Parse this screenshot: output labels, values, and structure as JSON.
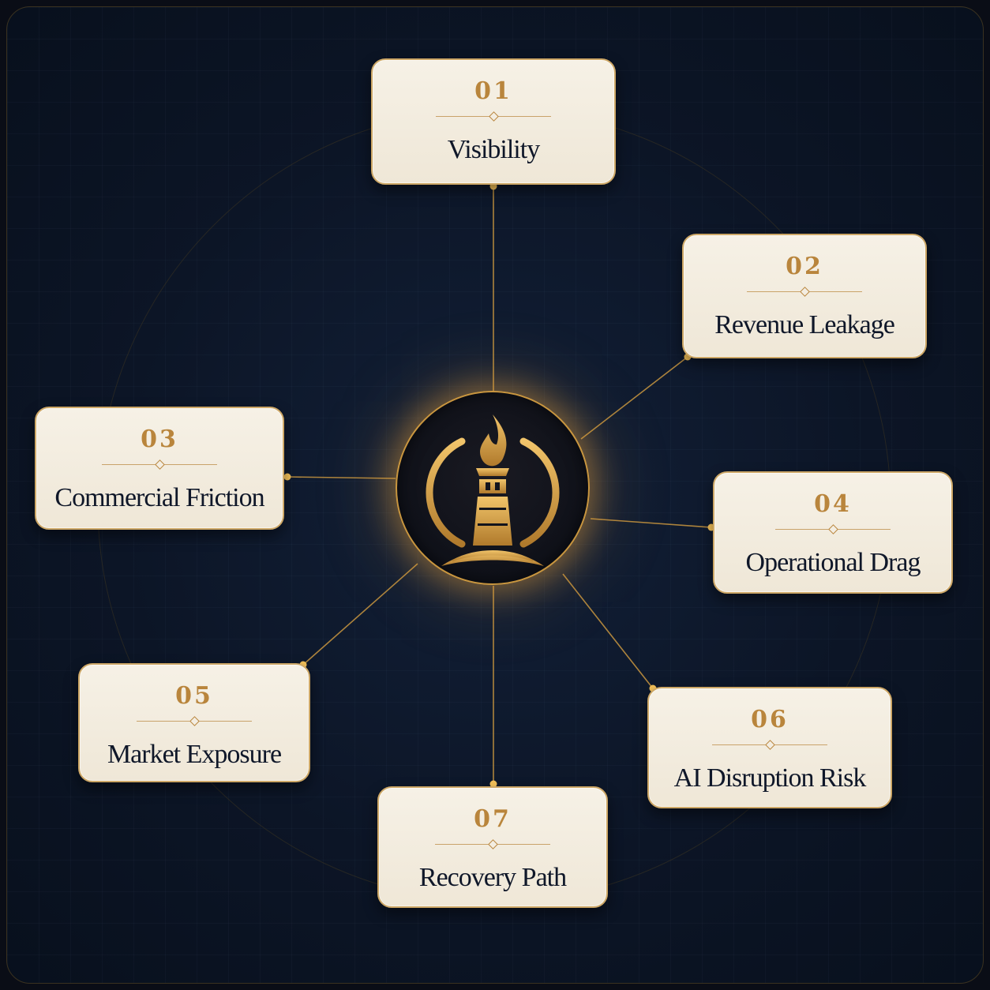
{
  "hub": {
    "icon": "lighthouse-torch-icon",
    "accent_color": "#c9963f"
  },
  "items": [
    {
      "number": "01",
      "label": "Visibility"
    },
    {
      "number": "02",
      "label": "Revenue Leakage"
    },
    {
      "number": "03",
      "label": "Commercial Friction"
    },
    {
      "number": "04",
      "label": "Operational Drag"
    },
    {
      "number": "05",
      "label": "Market Exposure"
    },
    {
      "number": "06",
      "label": "AI Disruption Risk"
    },
    {
      "number": "07",
      "label": "Recovery Path"
    }
  ],
  "colors": {
    "background": "#0c1526",
    "card": "#f3ede1",
    "accent_gold": "#c9963f",
    "text_dark": "#0f1729"
  }
}
